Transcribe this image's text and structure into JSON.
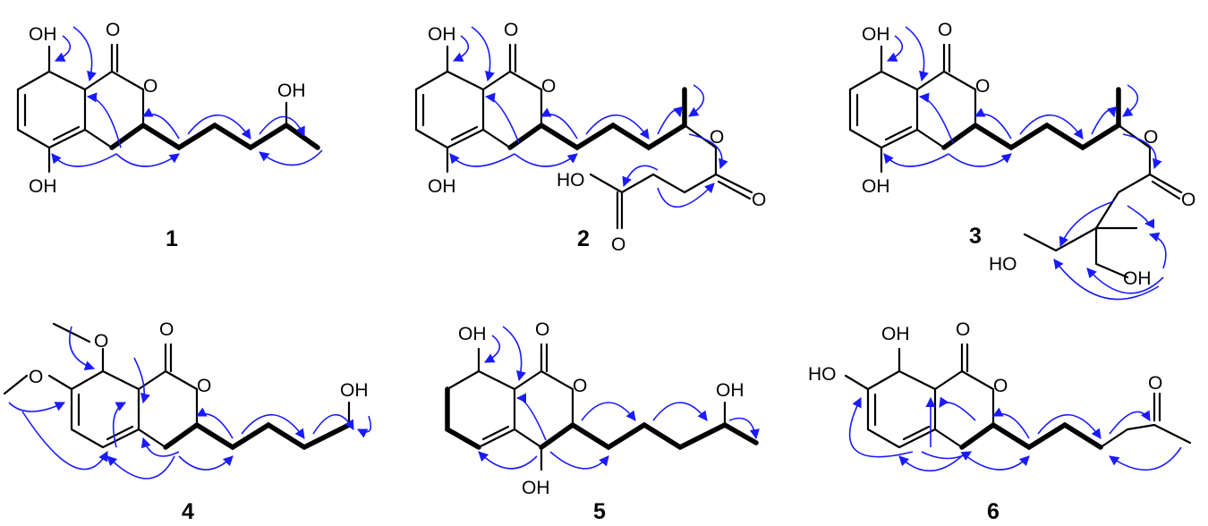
{
  "compounds": [
    {
      "number": "1",
      "atoms": [
        "OH",
        "O",
        "O",
        "OH",
        "OH"
      ]
    },
    {
      "number": "2",
      "atoms": [
        "OH",
        "O",
        "O",
        "OH",
        "O",
        "HO",
        "O",
        "O"
      ]
    },
    {
      "number": "3",
      "atoms": [
        "OH",
        "O",
        "O",
        "OH",
        "O",
        "O",
        "HO",
        "OH"
      ]
    },
    {
      "number": "4",
      "atoms": [
        "O",
        "O",
        "O",
        "O",
        "OH"
      ]
    },
    {
      "number": "5",
      "atoms": [
        "OH",
        "O",
        "O",
        "OH",
        "OH"
      ]
    },
    {
      "number": "6",
      "atoms": [
        "OH",
        "HO",
        "O",
        "O",
        "O"
      ]
    }
  ],
  "colors": {
    "bond": "#000000",
    "hmbc_arrow": "#1a1aff",
    "background": "#ffffff"
  },
  "icons": {
    "hmbc_correlation": "curved-arrow-icon",
    "cosy_correlation": "bold-bond-icon"
  }
}
